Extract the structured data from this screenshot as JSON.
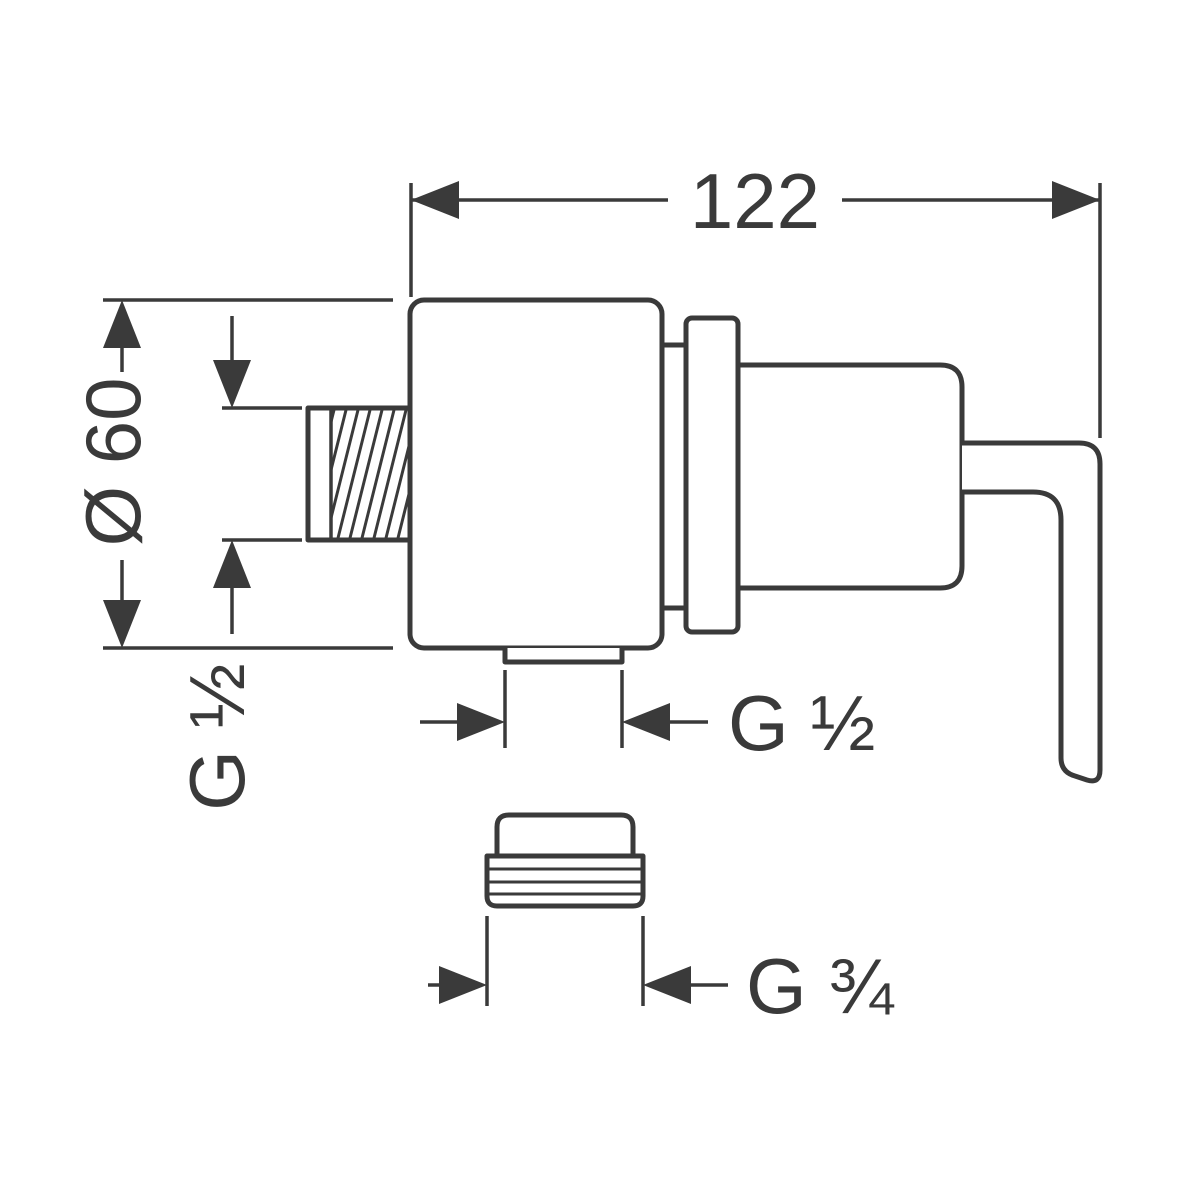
{
  "page": {
    "background_color": "#ffffff",
    "line_color": "#3a3a3a"
  },
  "drawing": {
    "type": "technical-dimension-drawing",
    "subject": "wall-mounted shut-off valve with lever handle and threaded adapter",
    "dimensions": {
      "width": {
        "label": "122"
      },
      "diameter": {
        "label": "Ø 60"
      },
      "inlet_thread": {
        "label": "G ½"
      },
      "outlet_thread": {
        "label": "G ½"
      },
      "adapter_thread": {
        "label": "G ¾"
      }
    }
  }
}
